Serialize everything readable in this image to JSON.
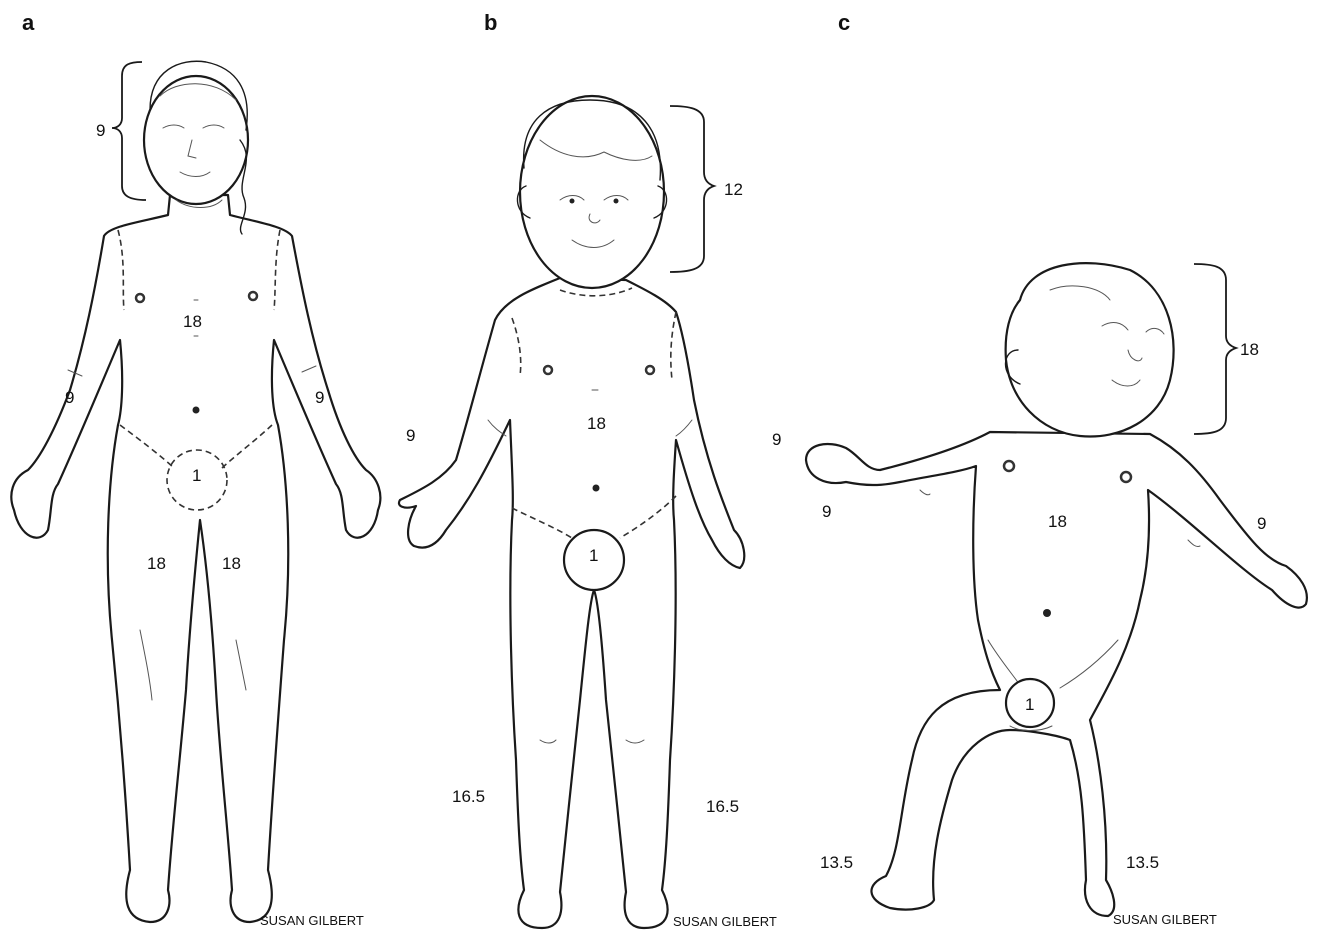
{
  "panels": [
    {
      "letter": "a",
      "credit": "SUSAN GILBERT",
      "labels": {
        "head": "9",
        "left_arm": "9",
        "right_arm": "9",
        "trunk": "18",
        "perineum": "1",
        "left_leg": "18",
        "right_leg": "18"
      }
    },
    {
      "letter": "b",
      "credit": "SUSAN GILBERT",
      "labels": {
        "head": "12",
        "left_arm": "9",
        "right_arm": "9",
        "trunk": "18",
        "perineum": "1",
        "left_leg": "16.5",
        "right_leg": "16.5"
      }
    },
    {
      "letter": "c",
      "credit": "SUSAN GILBERT",
      "labels": {
        "head": "18",
        "left_arm": "9",
        "right_arm": "9",
        "trunk": "18",
        "perineum": "1",
        "left_leg": "13.5",
        "right_leg": "13.5"
      }
    }
  ]
}
